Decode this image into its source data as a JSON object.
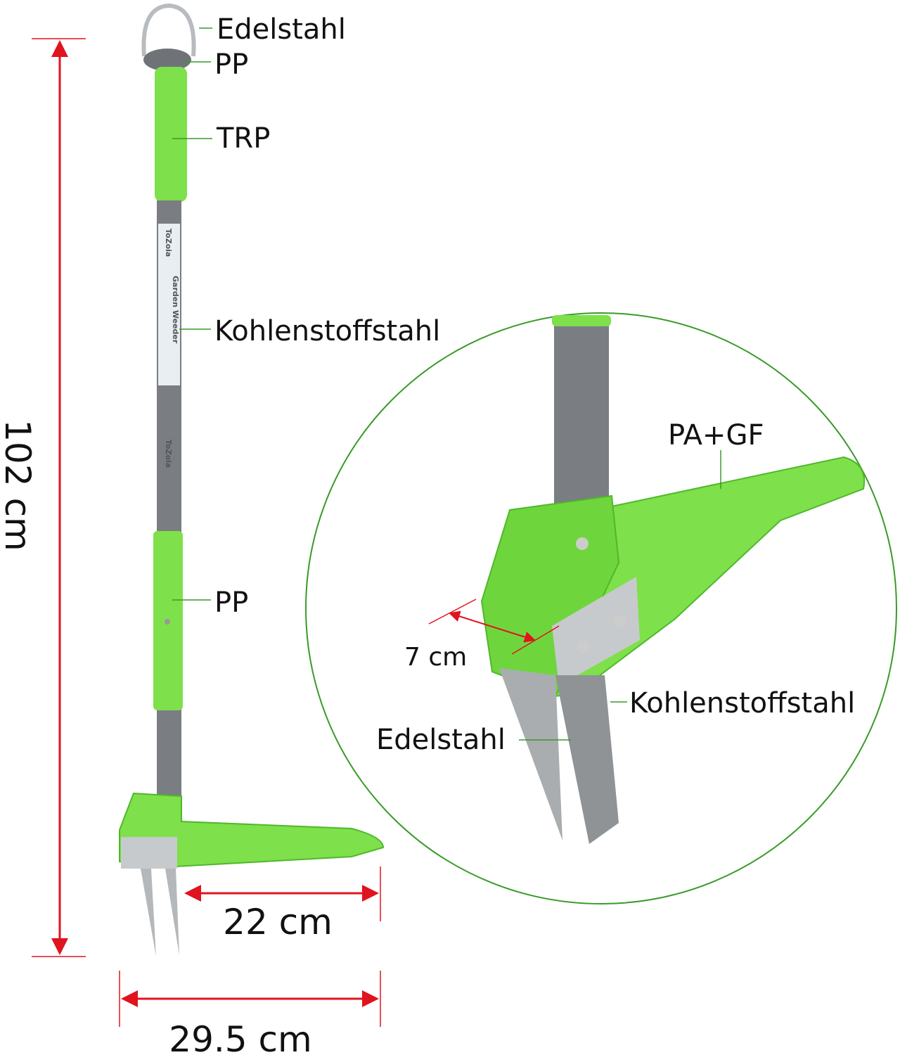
{
  "colors": {
    "green": "#7ee04a",
    "dark_green": "#4fb82a",
    "gray": "#7a7d82",
    "red": "#e0141e",
    "leader": "#3a9a2a"
  },
  "dimensions": {
    "height": "102 cm",
    "foot_length": "22 cm",
    "total_width": "29.5 cm",
    "jaw_opening": "7 cm"
  },
  "labels": {
    "ring": "Edelstahl",
    "knob": "PP",
    "grip": "TRP",
    "shaft": "Kohlenstoffstahl",
    "lower_grip": "PP",
    "pedal": "PA+GF",
    "jaw_carbon": "Kohlenstoffstahl",
    "jaw_steel": "Edelstahl"
  },
  "shaft_sticker": {
    "brand": "ToZoia",
    "product": "Garden Weeder"
  }
}
